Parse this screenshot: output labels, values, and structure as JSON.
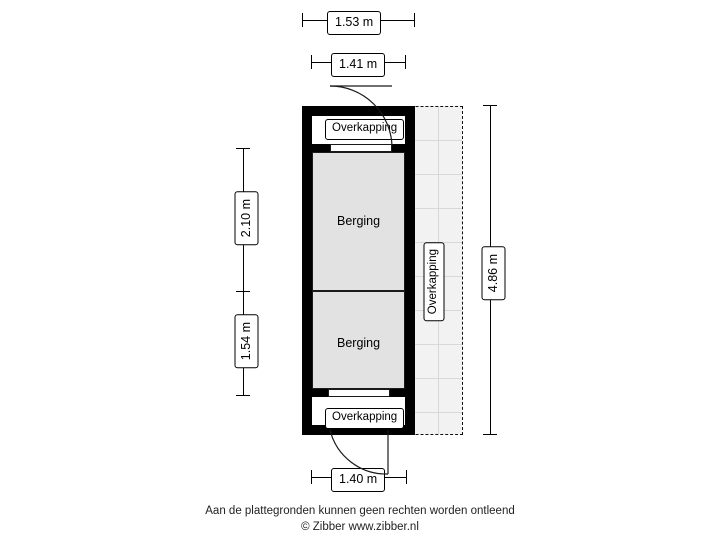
{
  "document": {
    "type": "floor-plan",
    "footer_line1": "Aan de plattegronden kunnen geen rechten worden ontleend",
    "footer_line2": "© Zibber www.zibber.nl"
  },
  "dimensions": {
    "top_outer": "1.53 m",
    "top_inner": "1.41 m",
    "left_upper": "2.10 m",
    "left_lower": "1.54 m",
    "right_total": "4.86 m",
    "bottom": "1.40 m"
  },
  "rooms": [
    {
      "id": "berging-upper",
      "label": "Berging"
    },
    {
      "id": "berging-lower",
      "label": "Berging"
    }
  ],
  "canopies": [
    {
      "id": "overkapping-top",
      "label": "Overkapping"
    },
    {
      "id": "overkapping-right",
      "label": "Overkapping"
    },
    {
      "id": "overkapping-bottom",
      "label": "Overkapping"
    }
  ],
  "colors": {
    "room_fill": "#e2e2e2",
    "canopy_fill": "#f2f2f2",
    "wall": "#000000",
    "line": "#1a1a1a",
    "background": "#ffffff"
  }
}
